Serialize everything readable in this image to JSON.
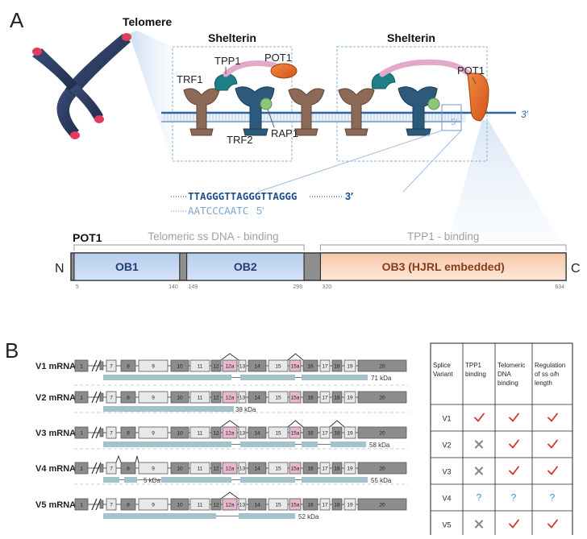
{
  "panel_a": {
    "label": "A",
    "telomere": "Telomere",
    "shelterin_1": "Shelterin",
    "shelterin_2": "Shelterin",
    "trf1": "TRF1",
    "tpp1": "TPP1",
    "pot1_left": "POT1",
    "trf2": "TRF2",
    "rap1": "RAP1",
    "pot1_right": "POT1",
    "three_prime": "3′",
    "five_prime": "5′",
    "seq_top": "TTAGGGTTAGGGTTAGGG",
    "seq_top_end": "3′",
    "seq_bottom": "AATCCCAATC",
    "seq_bottom_end": "5′"
  },
  "domain_map": {
    "protein": "POT1",
    "ssdna_label": "Telomeric ss DNA - binding",
    "tpp1_label": "TPP1 - binding",
    "n_term": "N",
    "c_term": "C",
    "domains": [
      {
        "name": "OB1",
        "start": 5,
        "end": 140,
        "start_label": "5",
        "end_label": "140"
      },
      {
        "name": "OB2",
        "start": 149,
        "end": 299,
        "start_label": "149",
        "end_label": "299"
      },
      {
        "name": "OB3 (HJRL embedded)",
        "start": 320,
        "end": 634,
        "start_label": "320",
        "end_label": "634"
      }
    ]
  },
  "panel_b": {
    "label": "B",
    "exon_labels": [
      "1",
      "7",
      "8",
      "9",
      "10",
      "11",
      "12",
      "12a",
      "13",
      "14",
      "15",
      "15a",
      "16",
      "17",
      "18",
      "19",
      "20"
    ],
    "variants": [
      {
        "name": "V1 mRNA",
        "kda": [
          "71 kDa"
        ]
      },
      {
        "name": "V2 mRNA",
        "kda": [
          "38 kDa"
        ]
      },
      {
        "name": "V3 mRNA",
        "kda": [
          "58 kDa"
        ]
      },
      {
        "name": "V4 mRNA",
        "kda": [
          "5 kDa",
          "55 kDa"
        ]
      },
      {
        "name": "V5 mRNA",
        "kda": [
          "52 kDa"
        ]
      }
    ]
  },
  "table": {
    "headers": [
      "Splice Variant",
      "TPP1 binding",
      "Telomeric DNA binding",
      "Regulation of ss o/h length"
    ],
    "rows": [
      {
        "variant": "V1",
        "tpp1": "check",
        "dna": "check",
        "reg": "check"
      },
      {
        "variant": "V2",
        "tpp1": "cross",
        "dna": "check",
        "reg": "check"
      },
      {
        "variant": "V3",
        "tpp1": "cross",
        "dna": "check",
        "reg": "check"
      },
      {
        "variant": "V4",
        "tpp1": "?",
        "dna": "?",
        "reg": "?"
      },
      {
        "variant": "V5",
        "tpp1": "cross",
        "dna": "check",
        "reg": "check"
      }
    ],
    "colors": {
      "check": "#d0342c",
      "cross": "#8a8a8a",
      "question": "#3a8fc9"
    }
  }
}
